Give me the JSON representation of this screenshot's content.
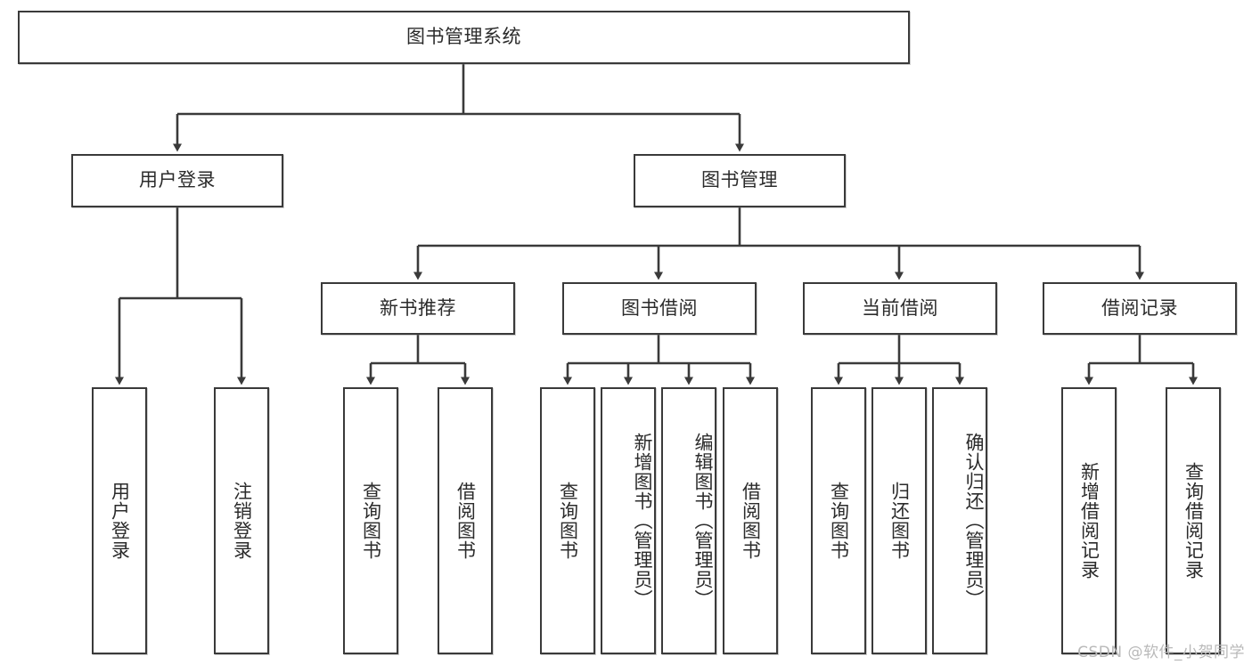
{
  "diagram": {
    "title": "图书管理系统",
    "type": "tree-hierarchy",
    "root": {
      "label": "图书管理系统"
    },
    "level2": [
      {
        "id": "user-login",
        "label": "用户登录"
      },
      {
        "id": "book-manage",
        "label": "图书管理"
      }
    ],
    "level3": [
      {
        "id": "new-book-rec",
        "label": "新书推荐",
        "parent": "book-manage"
      },
      {
        "id": "book-borrow",
        "label": "图书借阅",
        "parent": "book-manage"
      },
      {
        "id": "current-borrow",
        "label": "当前借阅",
        "parent": "book-manage"
      },
      {
        "id": "borrow-record",
        "label": "借阅记录",
        "parent": "book-manage"
      }
    ],
    "leaves": [
      {
        "id": "leaf-user-login",
        "label": "用户登录",
        "parent": "user-login"
      },
      {
        "id": "leaf-logout",
        "label": "注销登录",
        "parent": "user-login"
      },
      {
        "id": "leaf-query-book-1",
        "label": "查询图书",
        "parent": "new-book-rec"
      },
      {
        "id": "leaf-borrow-book-1",
        "label": "借阅图书",
        "parent": "new-book-rec"
      },
      {
        "id": "leaf-query-book-2",
        "label": "查询图书",
        "parent": "book-borrow"
      },
      {
        "id": "leaf-add-book",
        "label": "新增图书（管理员）",
        "parent": "book-borrow"
      },
      {
        "id": "leaf-edit-book",
        "label": "编辑图书（管理员）",
        "parent": "book-borrow"
      },
      {
        "id": "leaf-borrow-book-2",
        "label": "借阅图书",
        "parent": "book-borrow"
      },
      {
        "id": "leaf-query-book-3",
        "label": "查询图书",
        "parent": "current-borrow"
      },
      {
        "id": "leaf-return-book",
        "label": "归还图书",
        "parent": "current-borrow"
      },
      {
        "id": "leaf-confirm-return",
        "label": "确认归还（管理员）",
        "parent": "current-borrow"
      },
      {
        "id": "leaf-add-record",
        "label": "新增借阅记录",
        "parent": "borrow-record"
      },
      {
        "id": "leaf-query-record",
        "label": "查询借阅记录",
        "parent": "borrow-record"
      }
    ]
  },
  "watermark": {
    "text": "CSDN @软件_小贺同学"
  },
  "colors": {
    "border": "#3a3a3a",
    "text": "#2b2b2b",
    "background": "#ffffff",
    "watermark": "#b9b9b9"
  }
}
